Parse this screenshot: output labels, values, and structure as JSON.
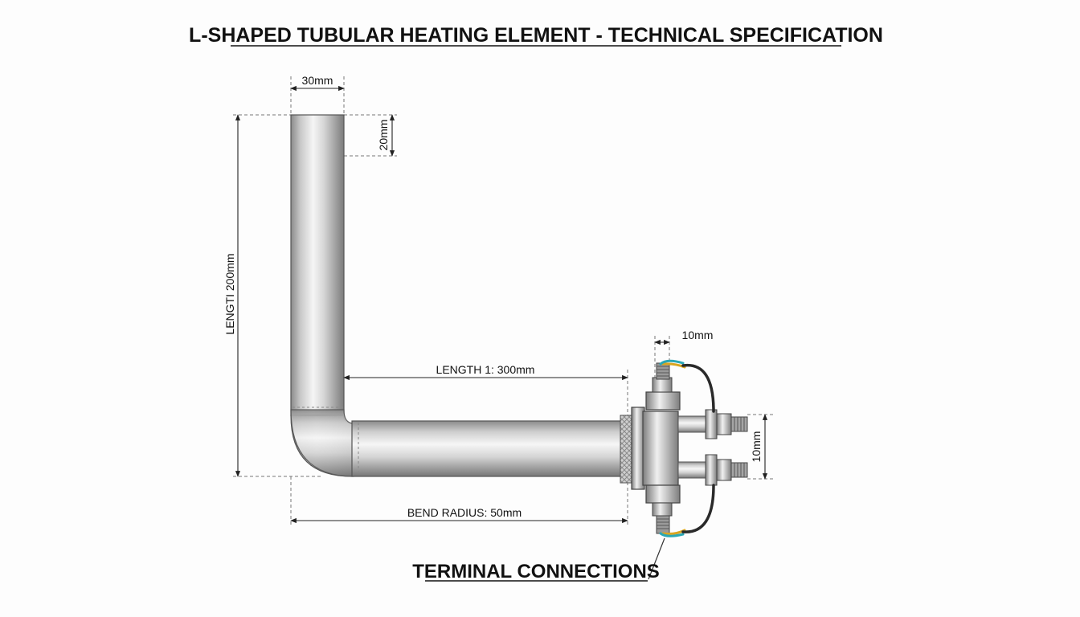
{
  "title": "L-SHAPED TUBULAR HEATING ELEMENT - TECHNICAL SPECIFICATION",
  "dimensions": {
    "tube_width": "30mm",
    "top_offset": "20mm",
    "vertical_length": "LENGTI 200mm",
    "horizontal_length": "LENGTH 1: 300mm",
    "bend_radius": "BEND RADIUS: 50mm",
    "terminal_width": "10mm",
    "terminal_spacing": "10mm"
  },
  "callout": "TERMINAL CONNECTIONS",
  "colors": {
    "tube_light": "#f4f4f4",
    "tube_mid": "#c9c9c9",
    "tube_dark": "#7a7a7a",
    "wire_yellow": "#d9a520",
    "wire_cyan": "#2aa7b5",
    "wire_black": "#2a2a2a"
  }
}
